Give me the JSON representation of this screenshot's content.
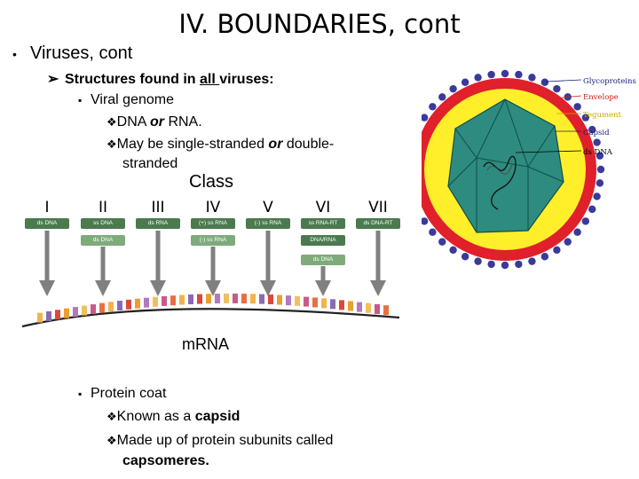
{
  "title": "IV.  BOUNDARIES, cont",
  "bullets": {
    "l1_marker": "•",
    "l1_text": "Viruses, cont",
    "arrow_marker": "➢",
    "structures_pre": "Structures found in ",
    "structures_all": "all ",
    "structures_post": "viruses:",
    "square_marker": "▪",
    "viral_genome": "Viral genome",
    "diamond_marker": "❖",
    "dna_pre": "DNA ",
    "dna_or": "or",
    "dna_post": " RNA.",
    "may_be_pre": "May be single-stranded ",
    "may_be_or": "or",
    "may_be_post": " double-",
    "stranded": "stranded",
    "protein_coat": "Protein coat",
    "known_pre": "Known as a ",
    "known_bold": "capsid",
    "made_pre": "Made up of protein subunits called",
    "capsomeres": "capsomeres."
  },
  "baltimore": {
    "heading": "Class",
    "numerals": [
      "I",
      "II",
      "III",
      "IV",
      "V",
      "VI",
      "VII"
    ],
    "row1": [
      "ds DNA",
      "ss DNA",
      "ds RNA",
      "(+) ss RNA",
      "(-) ss RNA",
      "ss RNA-RT",
      "ds DNA-RT"
    ],
    "row2": [
      "",
      "ds DNA",
      "",
      "(-) ss RNA",
      "",
      "DNA/RNA",
      ""
    ],
    "row3": [
      "",
      "",
      "",
      "",
      "",
      "ds DNA",
      ""
    ],
    "mrna": "mRNA",
    "colors": {
      "box": "#4b7a4f",
      "box_light": "#7fab7b",
      "arrow": "#808080"
    }
  },
  "virus": {
    "labels": [
      "Glycoproteins",
      "Envelope",
      "Tegument",
      "Capsid",
      "ds DNA"
    ],
    "label_colors": [
      "#1a1a7a",
      "#cc1a1a",
      "#c9a800",
      "#1a1a7a",
      "#000000"
    ],
    "colors": {
      "envelope": "#e0202a",
      "tegument": "#ffef2b",
      "capsid": "#2e8b7f",
      "spike": "#3a3a9a"
    }
  }
}
